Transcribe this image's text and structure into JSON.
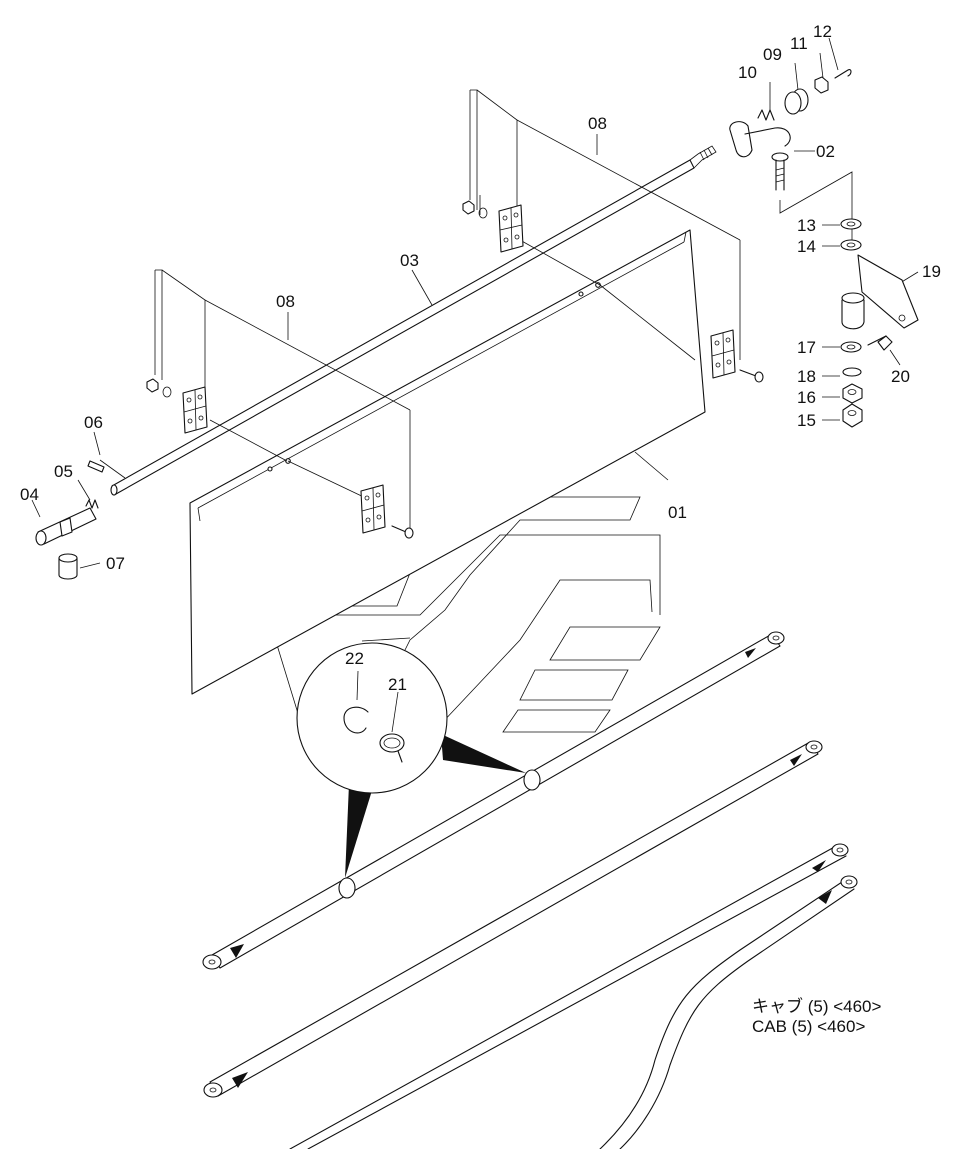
{
  "labels": {
    "p01": "01",
    "p02": "02",
    "p03": "03",
    "p04": "04",
    "p05": "05",
    "p06": "06",
    "p07": "07",
    "p08a": "08",
    "p08b": "08",
    "p09": "09",
    "p10": "10",
    "p11": "11",
    "p12": "12",
    "p13": "13",
    "p14": "14",
    "p15": "15",
    "p16": "16",
    "p17": "17",
    "p18": "18",
    "p19": "19",
    "p20": "20",
    "p21": "21",
    "p22": "22"
  },
  "caption": {
    "line1": "キャブ (5) <460>",
    "line2": "CAB (5) <460>"
  }
}
